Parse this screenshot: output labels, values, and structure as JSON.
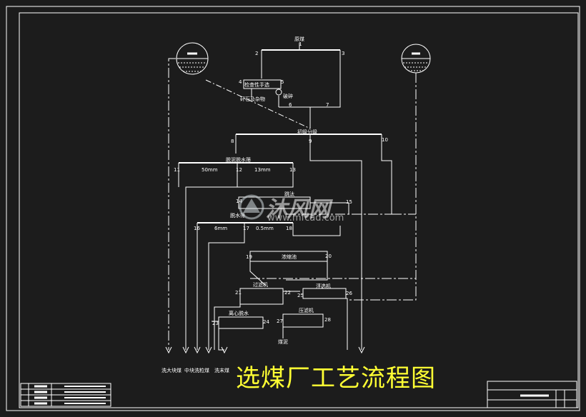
{
  "title": "选煤厂工艺流程图",
  "watermark": {
    "logo_text": "沐风网",
    "url": "www.mfcad.com"
  },
  "colors": {
    "background": "#1c1c1c",
    "line": "#ffffff",
    "title": "#ffff33"
  },
  "node_labels": {
    "raw_coal": "原煤",
    "hand_picking": "检查性手选",
    "gangue_foreign": "矸石及杂物",
    "crusher": "破碎",
    "grading": "初级分级",
    "desliming_screen": "脱泥脱水筛",
    "size_50mm": "50mm",
    "size_13mm": "13mm",
    "jig": "跳汰",
    "dewater_screen": "脱水筛",
    "size_6mm": "6mm",
    "size_05mm": "0.5mm",
    "thickener": "浓缩池",
    "filter": "过滤机",
    "flotation": "浮选机",
    "centrifuge": "离心脱水",
    "press": "压滤机",
    "slime": "煤泥"
  },
  "numbers": [
    "1",
    "2",
    "3",
    "4",
    "5",
    "6",
    "7",
    "8",
    "9",
    "10",
    "11",
    "12",
    "13",
    "14",
    "15",
    "16",
    "17",
    "18",
    "19",
    "20",
    "21",
    "22",
    "23",
    "24",
    "25",
    "26",
    "27",
    "28"
  ],
  "products": {
    "lump": "洗大块煤",
    "medium": "中块",
    "fine": "洗粒煤",
    "powder": "洗末煤"
  }
}
